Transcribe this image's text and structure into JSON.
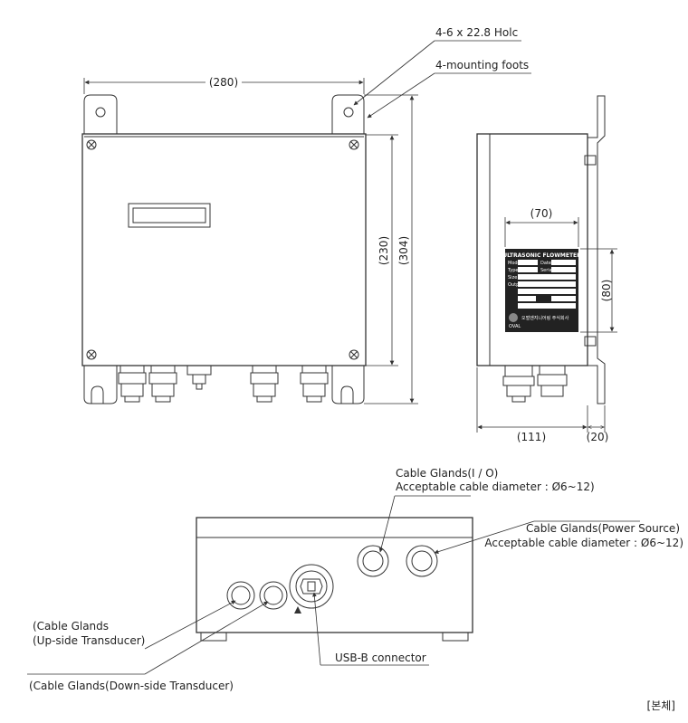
{
  "labels": {
    "holes": "4-6 x 22.8 Holc",
    "feet": "4-mounting foots",
    "cable_io_1": "Cable Glands(I / O)",
    "cable_io_2": "Acceptable cable diameter : Ø6~12)",
    "cable_ps_1": "Cable Glands(Power Source)",
    "cable_ps_2": "Acceptable cable diameter : Ø6~12)",
    "cable_up_1": "(Cable Glands",
    "cable_up_2": "(Up-side Transducer)",
    "cable_down": "(Cable Glands(Down-side Transducer)",
    "usb": "USB-B connector",
    "caption": "[본체]"
  },
  "dimensions": {
    "width": "(280)",
    "height_body": "(230)",
    "height_total": "(304)",
    "plate_width": "(70)",
    "plate_height": "(80)",
    "depth": "(111)",
    "bracket": "(20)"
  },
  "nameplate": {
    "title": "ULTRASONIC FLOWMETER",
    "model": "Model",
    "type": "Type",
    "size": "Size",
    "output": "Output",
    "date": "Date",
    "serial": "Serial",
    "brand": "OVAL",
    "company": "오벌엔지니어링 주식회사"
  }
}
